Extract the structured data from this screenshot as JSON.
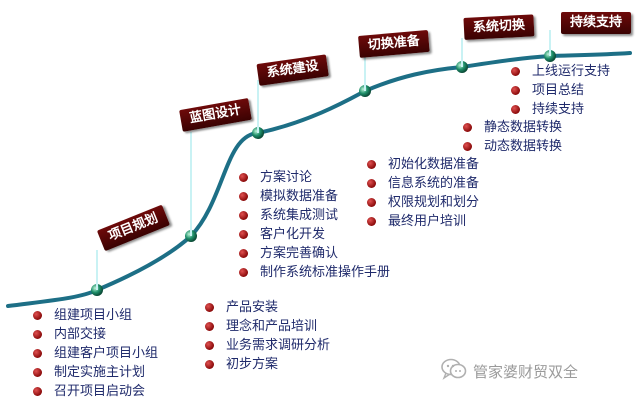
{
  "stages": [
    {
      "label": "项目规划",
      "tasks": [
        "组建项目小组",
        "内部交接",
        "组建客户项目小组",
        "制定实施主计划",
        "召开项目启动会"
      ]
    },
    {
      "label": "蓝图设计",
      "tasks": [
        "产品安装",
        "理念和产品培训",
        "业务需求调研分析",
        "初步方案"
      ]
    },
    {
      "label": "系统建设",
      "tasks": [
        "方案讨论",
        "模拟数据准备",
        "系统集成测试",
        "客户化开发",
        "方案完善确认",
        "制作系统标准操作手册"
      ]
    },
    {
      "label": "切换准备",
      "tasks": [
        "初始化数据准备",
        "信息系统的准备",
        "权限规划和划分",
        "最终用户培训"
      ]
    },
    {
      "label": "系统切换",
      "tasks": [
        "静态数据转换",
        "动态数据转换"
      ]
    },
    {
      "label": "持续支持",
      "tasks": [
        "上线运行支持",
        "项目总结",
        "持续支持"
      ]
    }
  ],
  "watermark": {
    "text": "管家婆财贸双全",
    "icon": "chat-bubble-icon"
  },
  "colors": {
    "curve": "#1d6f86",
    "node": "#1e8f6a",
    "label_bg": "#5a0808",
    "task_text": "#1f2a6b",
    "bullet": "#b01818"
  }
}
